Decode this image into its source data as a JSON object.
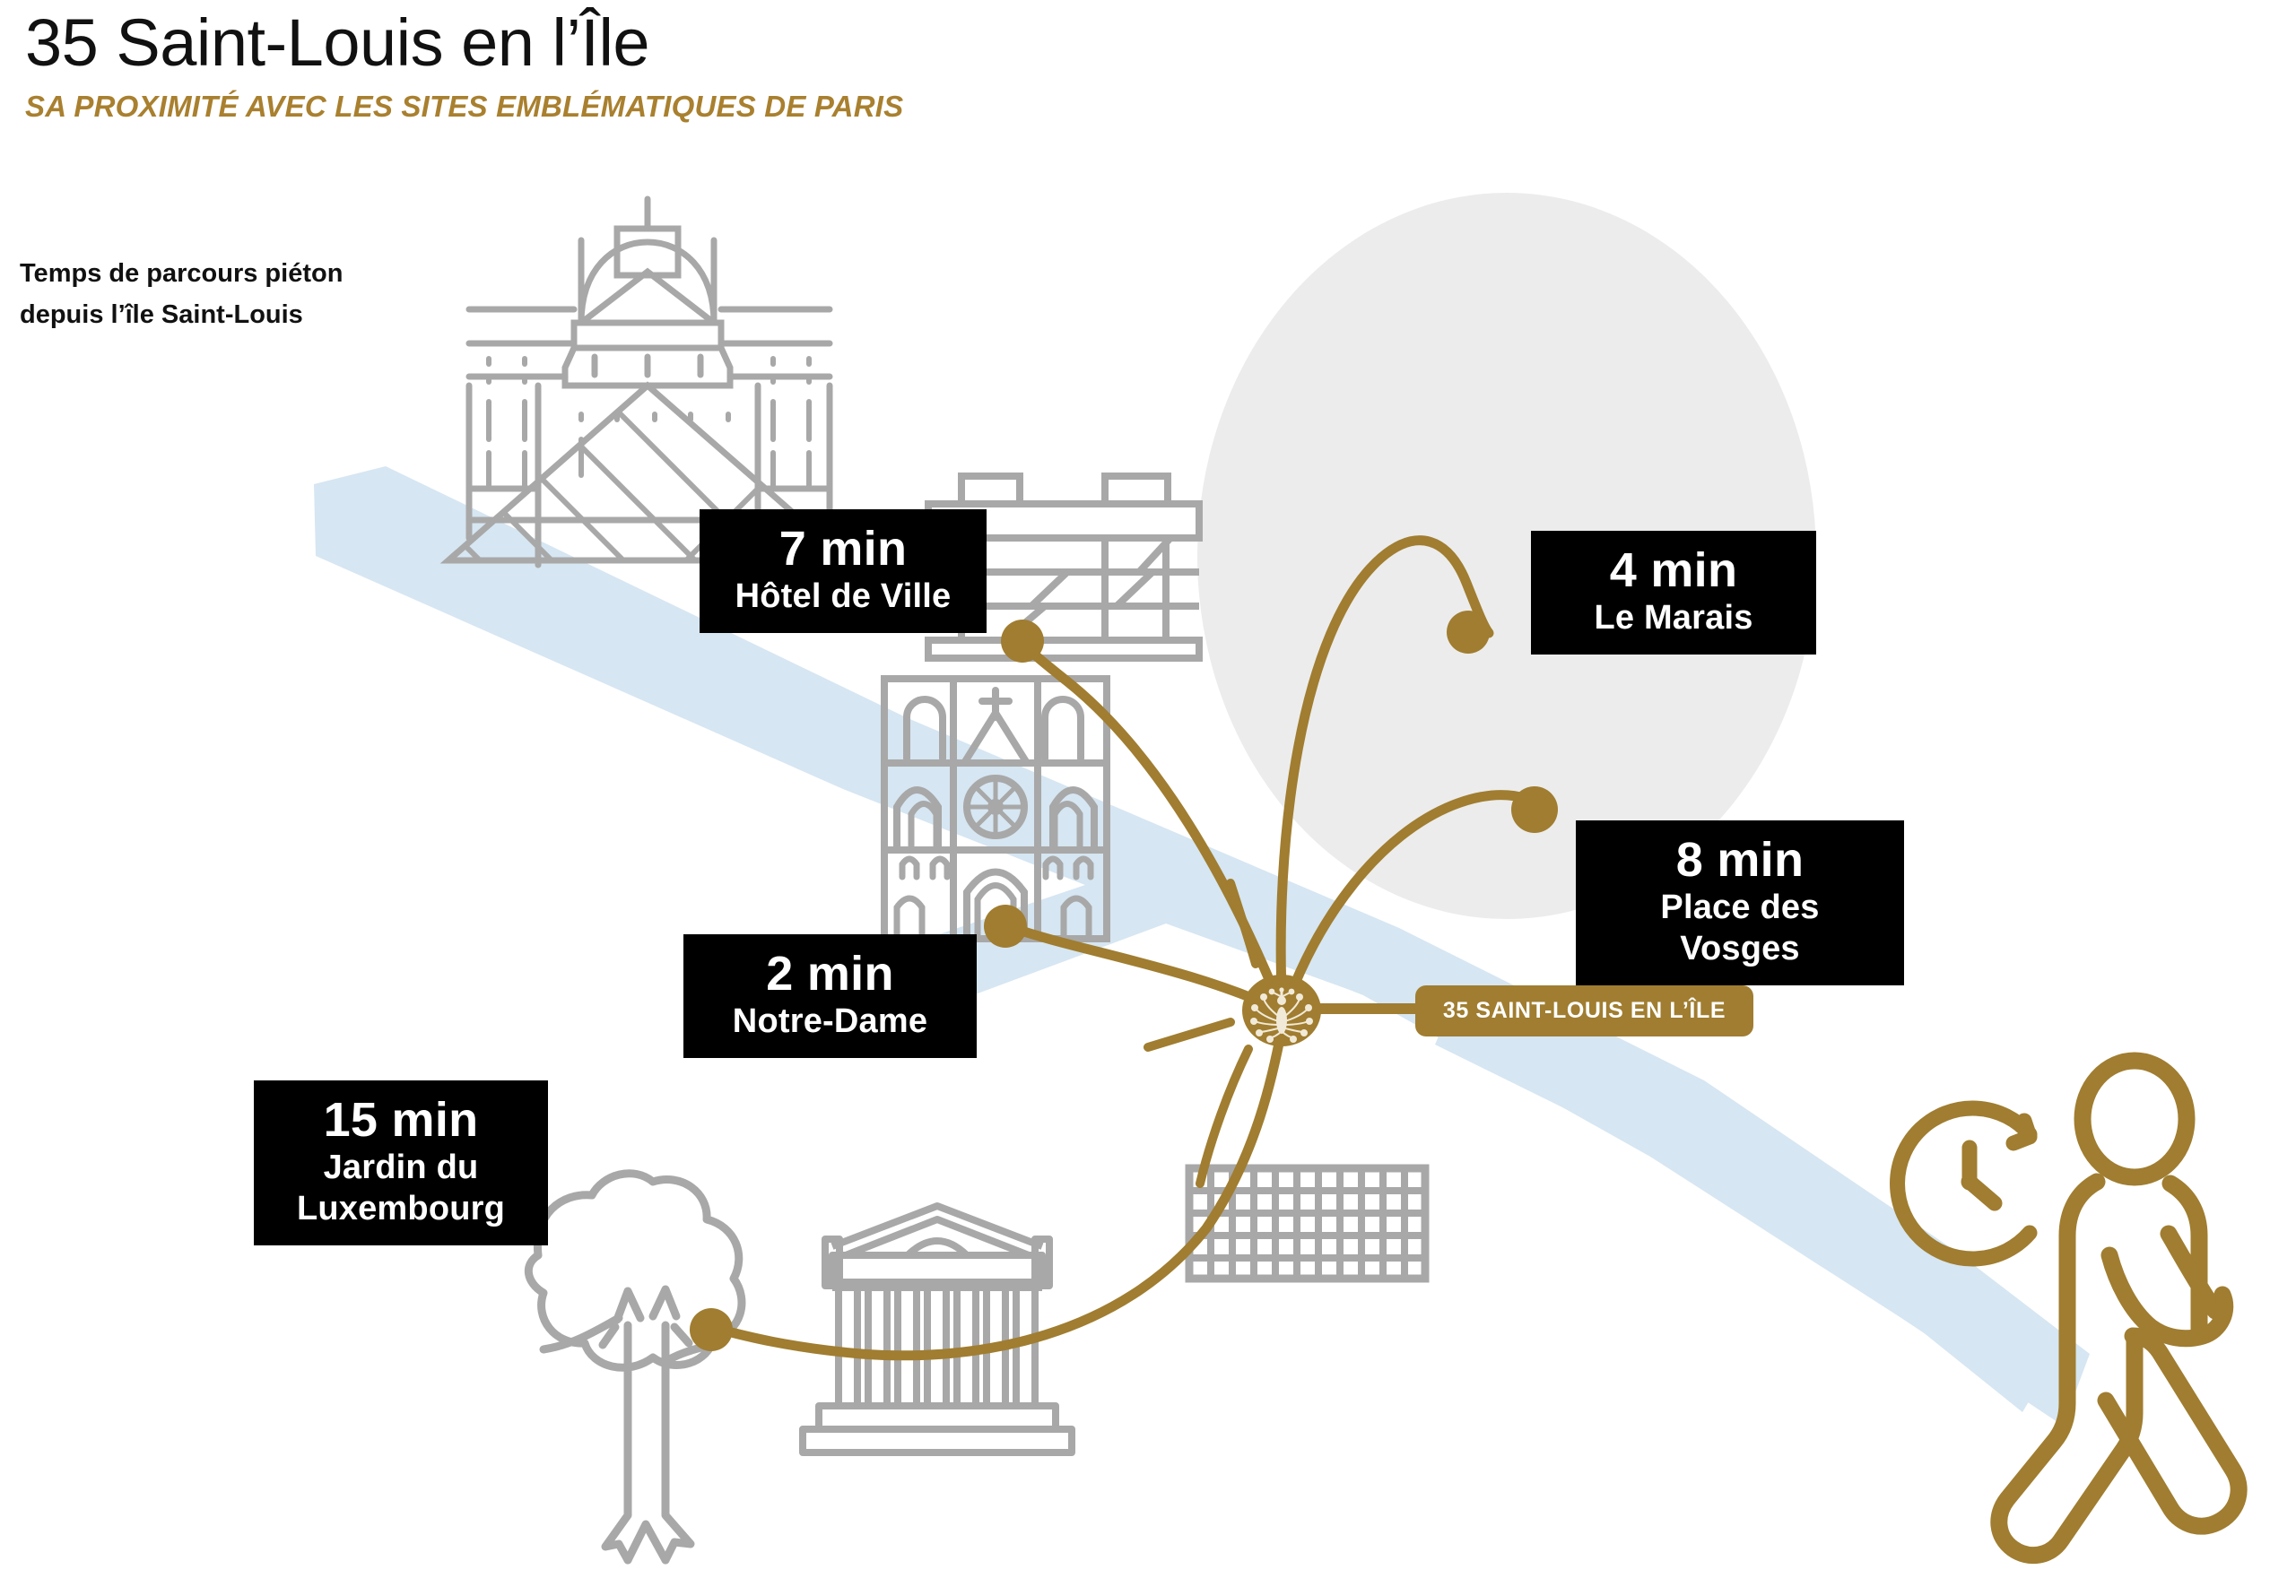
{
  "header": {
    "title": "35 Saint-Louis en l’Île",
    "subtitle": "SA PROXIMITÉ AVEC LES SITES EMBLÉMATIQUES DE PARIS"
  },
  "caption": {
    "line1": "Temps de parcours piéton",
    "line2": "depuis l’île Saint-Louis"
  },
  "hub": {
    "label": "35 SAINT-LOUIS EN L’ÎLE",
    "emblem": "peacock-emblem"
  },
  "colors": {
    "gold": "#a07d30",
    "gold_dark": "#9b7628",
    "black": "#000000",
    "grey_line": "#a8a8a8",
    "river_blue": "#d6e6f2",
    "halo_grey": "#ececec",
    "subtitle_gold": "#a9802f"
  },
  "destinations": [
    {
      "id": "hotel-de-ville",
      "time": "7 min",
      "name": "Hôtel de Ville",
      "icon": "hotel-de-ville-icon"
    },
    {
      "id": "le-marais",
      "time": "4 min",
      "name": "Le Marais",
      "icon": "marais-icon"
    },
    {
      "id": "place-vosges",
      "time": "8 min",
      "name": "Place des Vosges",
      "icon": "place-des-vosges-icon"
    },
    {
      "id": "notre-dame",
      "time": "2 min",
      "name": "Notre-Dame",
      "icon": "notre-dame-icon"
    },
    {
      "id": "luxembourg",
      "time": "15 min",
      "name": "Jardin du\nLuxembourg",
      "icon": "tree-icon"
    }
  ],
  "destination_lines": {
    "luxembourg_l1": "Jardin du",
    "luxembourg_l2": "Luxembourg"
  },
  "icons": {
    "louvre": "louvre-pyramid-icon",
    "notre_dame": "notre-dame-icon",
    "pantheon": "pantheon-icon",
    "tree": "tree-icon",
    "hotel_de_ville": "hotel-de-ville-icon",
    "place_des_vosges": "place-des-vosges-icon",
    "clock": "clock-arrow-icon",
    "pedestrian": "walking-person-icon",
    "river": "seine-river-shape"
  }
}
